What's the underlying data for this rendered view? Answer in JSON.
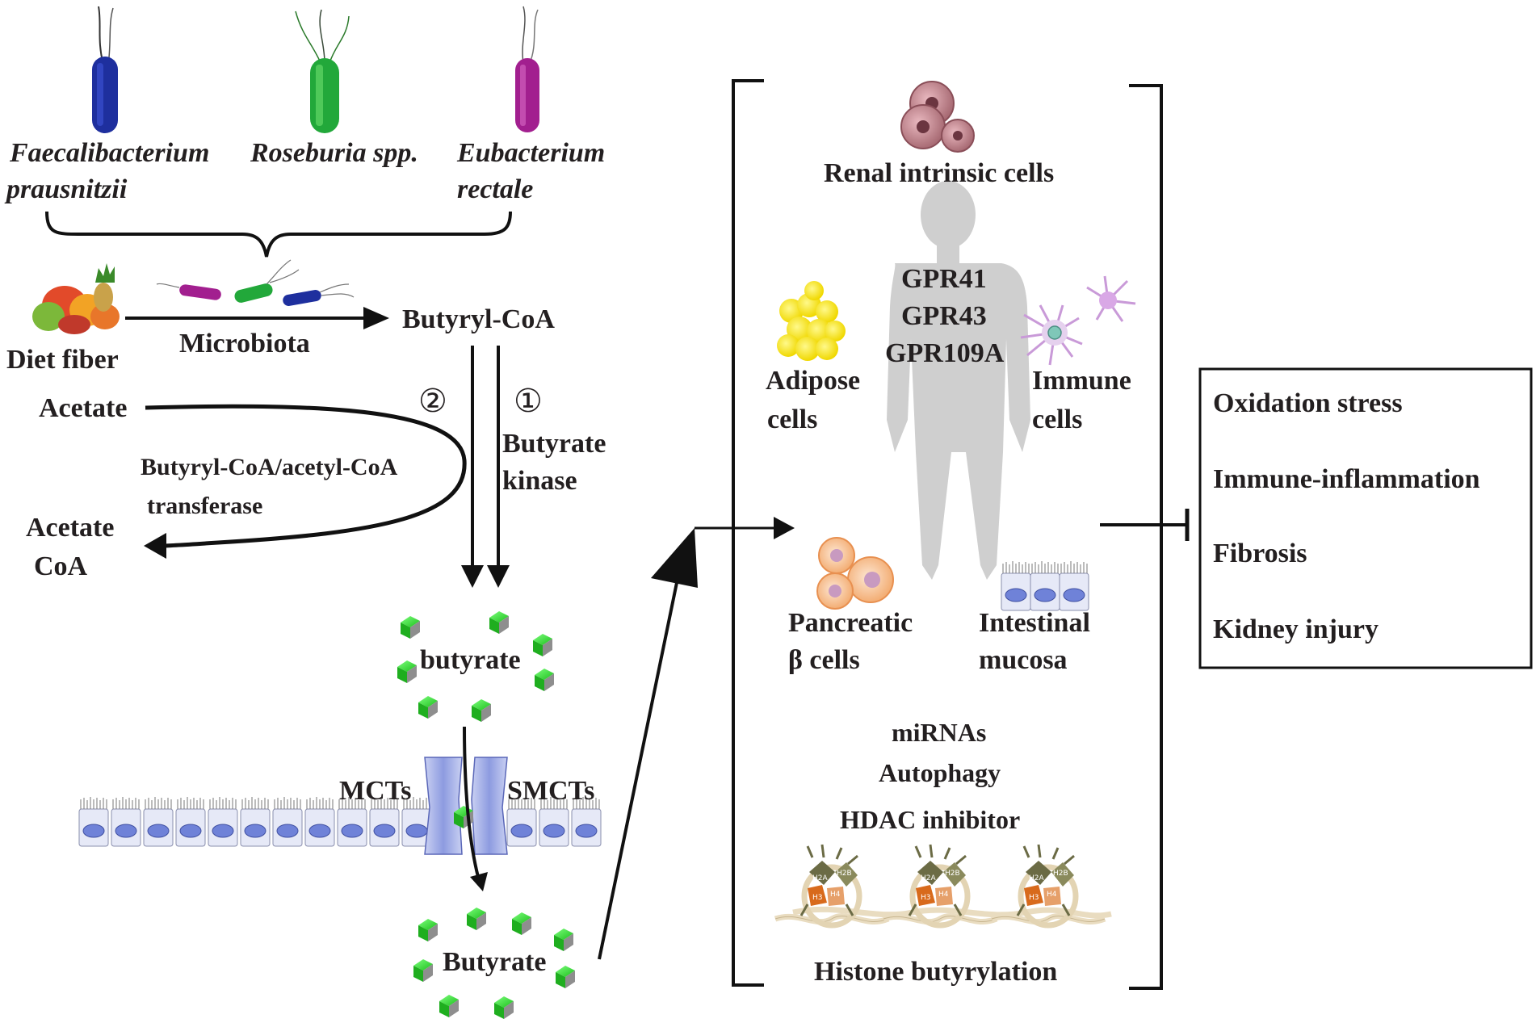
{
  "bacteria": [
    {
      "name_line1": "Faecalibacterium",
      "name_line2": "prausnitzii",
      "color": "#1e2f9e",
      "icon": "rod-bacterium-icon"
    },
    {
      "name_line1": "Roseburia spp.",
      "name_line2": "",
      "color": "#22a83a",
      "icon": "rod-bacterium-icon"
    },
    {
      "name_line1": "Eubacterium",
      "name_line2": "rectale",
      "color": "#a21f8f",
      "icon": "rod-bacterium-icon"
    }
  ],
  "pathway": {
    "diet_fiber": "Diet fiber",
    "microbiota": "Microbiota",
    "butyryl_coa": "Butyryl-CoA",
    "acetate": "Acetate",
    "route_2": "②",
    "route_1": "①",
    "transferase_line1": "Butyryl-CoA/acetyl-CoA",
    "transferase_line2": "transferase",
    "acetate_coa_line1": "Acetate",
    "acetate_coa_line2": "CoA",
    "kinase_line1": "Butyrate",
    "kinase_line2": "kinase",
    "butyrate_lower": "butyrate",
    "mcts": "MCTs",
    "smcts": "SMCTs",
    "butyrate_upper": "Butyrate"
  },
  "targets": {
    "renal": "Renal intrinsic cells",
    "receptors": [
      "GPR41",
      "GPR43",
      "GPR109A"
    ],
    "adipose_line1": "Adipose",
    "adipose_line2": "cells",
    "immune_line1": "Immune",
    "immune_line2": "cells",
    "pancreatic_line1": "Pancreatic",
    "pancreatic_line2": "β cells",
    "intestinal_line1": "Intestinal",
    "intestinal_line2": "mucosa",
    "mechanisms": [
      "miRNAs",
      "Autophagy",
      "HDAC inhibitor"
    ],
    "histone": "Histone butyrylation",
    "histone_subunits": [
      "H2A",
      "H2B",
      "H3",
      "H4"
    ]
  },
  "effects": [
    "Oxidation stress",
    "Immune-inflammation",
    "Fibrosis",
    "Kidney injury"
  ],
  "colors": {
    "butyrate_cube": "#3ad33a",
    "transporter": "#7f8fd6",
    "epithelium_nucleus": "#6f82d8",
    "body_silhouette": "#cfcfcf",
    "text": "#231f20"
  }
}
